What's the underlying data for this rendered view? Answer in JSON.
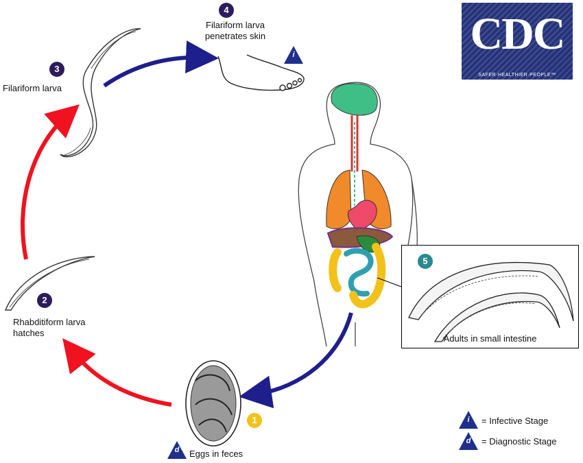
{
  "logo": {
    "word": "CDC",
    "tagline": "SAFER·HEALTHIER·PEOPLE™"
  },
  "steps": [
    {
      "number": "1",
      "label": "Eggs in feces",
      "color": "#f2c21b"
    },
    {
      "number": "2",
      "label": "Rhabditiform larva\nhatches",
      "color": "#2d1c5c"
    },
    {
      "number": "3",
      "label": "Filariform larva",
      "color": "#2d1c5c"
    },
    {
      "number": "4",
      "label": "Filariform larva\npenetrates skin",
      "color": "#2d1c5c"
    },
    {
      "number": "5",
      "label": "Adults in small intestine",
      "color": "#2a8a8e"
    }
  ],
  "stage_markers": {
    "infective": "i",
    "diagnostic": "d"
  },
  "legend": [
    {
      "symbol": "i",
      "text": "= Infective Stage"
    },
    {
      "symbol": "d",
      "text": "= Diagnostic Stage"
    }
  ],
  "colors": {
    "red_arrow": "#f0121f",
    "blue_arrow": "#1e1e8c",
    "triangle": "#1e2f8c"
  }
}
